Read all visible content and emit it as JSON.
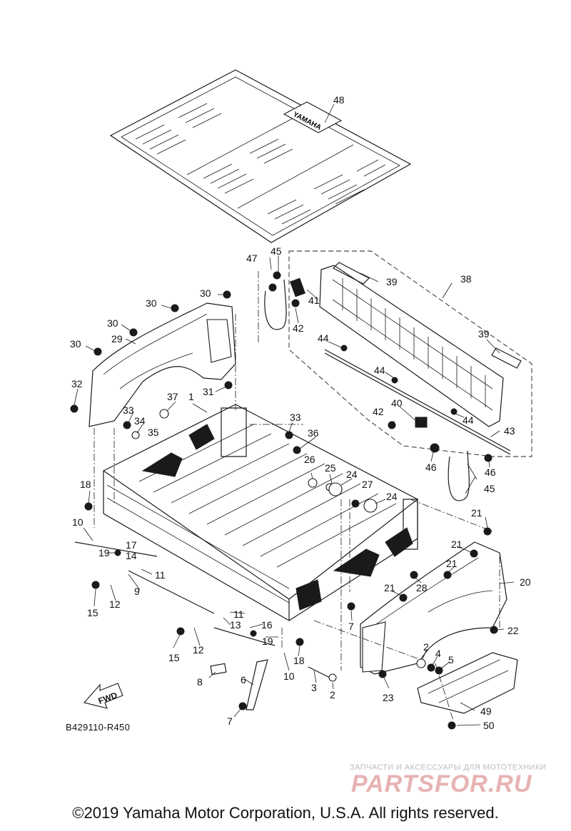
{
  "diagram": {
    "code": "B429110-R450",
    "fwd_label": "FWD",
    "copyright": "©2019 Yamaha Motor Corporation, U.S.A. All rights reserved.",
    "watermark_small": "ЗАПЧАСТИ И АКСЕССУАРЫ ДЛЯ МОТОТЕХНИКИ",
    "watermark_logo": "PARTSFOR.RU",
    "mat_logo_text": "YAMAHA",
    "callouts": [
      "48",
      "45",
      "47",
      "39",
      "38",
      "41",
      "42",
      "30",
      "29",
      "44",
      "31",
      "32",
      "37",
      "1",
      "33",
      "34",
      "35",
      "36",
      "26",
      "25",
      "24",
      "27",
      "18",
      "10",
      "17",
      "19",
      "14",
      "11",
      "9",
      "15",
      "12",
      "13",
      "16",
      "8",
      "6",
      "7",
      "3",
      "2",
      "4",
      "5",
      "23",
      "20",
      "21",
      "22",
      "28",
      "40",
      "43",
      "46",
      "49",
      "50"
    ]
  }
}
